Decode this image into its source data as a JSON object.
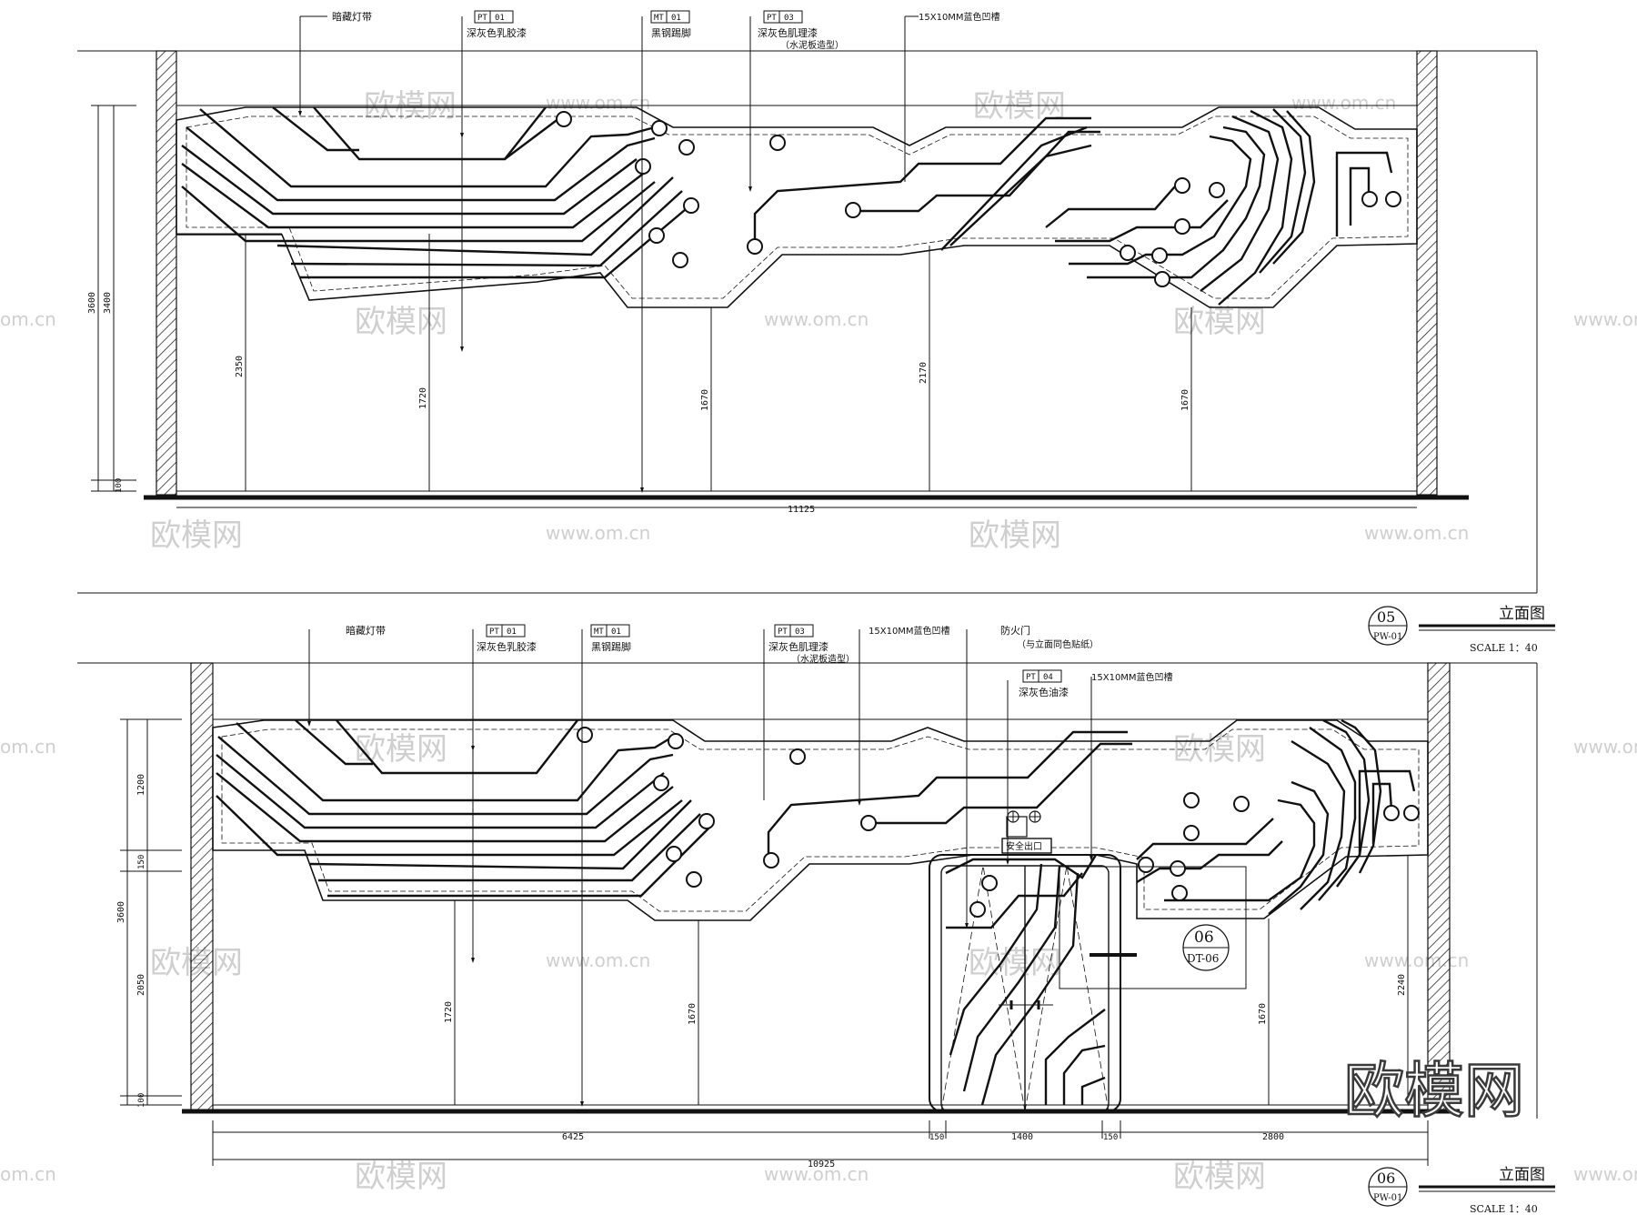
{
  "elevation_top": {
    "callouts": {
      "concealed_light": "暗藏灯带",
      "pt01_tag": "PT",
      "pt01_num": "01",
      "pt01_desc": "深灰色乳胶漆",
      "mt01_tag": "MT",
      "mt01_num": "01",
      "mt01_desc": "黑钢踢脚",
      "pt03_tag": "PT",
      "pt03_num": "03",
      "pt03_desc": "深灰色肌理漆",
      "pt03_sub": "（水泥板造型）",
      "groove": "15X10MM蓝色凹槽"
    },
    "dimensions": {
      "total_height_a": "3600",
      "total_height_b": "3400",
      "h_2350": "2350",
      "h_1720": "1720",
      "h_1670_a": "1670",
      "h_2170": "2170",
      "h_1670_b": "1670",
      "base": "100",
      "width": "11125"
    },
    "title_block": {
      "number": "05",
      "sheet": "PW-01",
      "title": "立面图",
      "scale": "SCALE  1：40"
    }
  },
  "elevation_bottom": {
    "callouts": {
      "concealed_light": "暗藏灯带",
      "pt01_tag": "PT",
      "pt01_num": "01",
      "pt01_desc": "深灰色乳胶漆",
      "mt01_tag": "MT",
      "mt01_num": "01",
      "mt01_desc": "黑钢踢脚",
      "pt03_tag": "PT",
      "pt03_num": "03",
      "pt03_desc": "深灰色肌理漆",
      "pt03_sub": "（水泥板造型）",
      "groove_a": "15X10MM蓝色凹槽",
      "fire_door": "防火门",
      "fire_door_sub": "（与立面同色贴纸）",
      "pt04_tag": "PT",
      "pt04_num": "04",
      "pt04_desc": "深灰色油漆",
      "groove_b": "15X10MM蓝色凹槽",
      "exit_sign": "安全出口",
      "detail_num": "06",
      "detail_sheet": "DT-06"
    },
    "dimensions": {
      "h_1200": "1200",
      "h_150": "150",
      "total_height": "3600",
      "h_2050": "2050",
      "base": "100",
      "h_1720": "1720",
      "h_1670_a": "1670",
      "h_1670_b": "1670",
      "h_2240": "2240",
      "w_6425": "6425",
      "w_150_a": "150",
      "w_1400": "1400",
      "w_150_b": "150",
      "w_2800": "2800",
      "width": "10925"
    },
    "title_block": {
      "number": "06",
      "sheet": "PW-01",
      "title": "立面图",
      "scale": "SCALE  1：40"
    }
  },
  "watermarks": {
    "brand": "欧模网",
    "url": "www.om.cn",
    "url_short": "om.cn",
    "logo": "欧模网"
  },
  "colors": {
    "ink": "#111111",
    "watermark": "#cfcfcf",
    "logo": "#3a3a3a"
  }
}
